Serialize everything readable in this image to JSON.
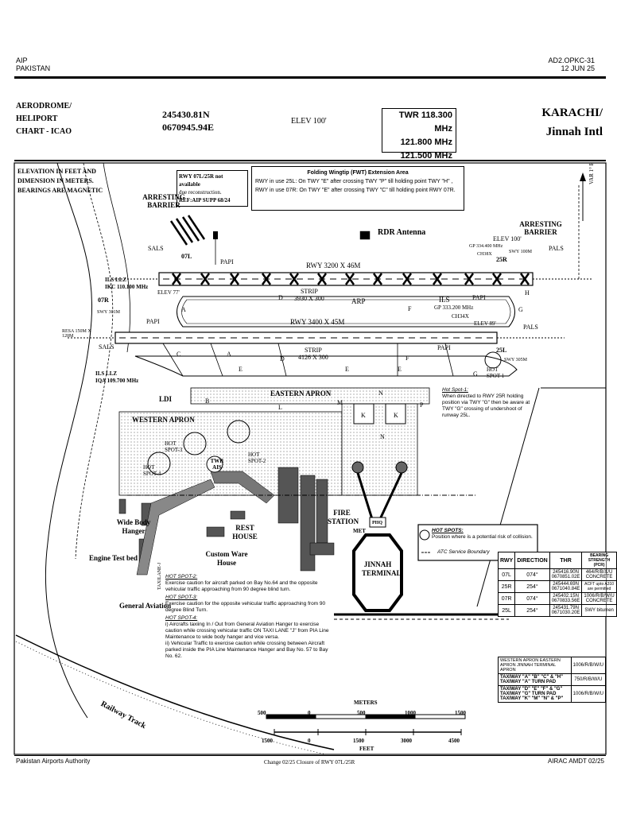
{
  "header": {
    "left_line1": "AIP",
    "left_line2": "PAKISTAN",
    "right_line1": "AD2.OPKC-31",
    "right_line2": "12 JUN 25"
  },
  "titleblock": {
    "chart_type_1": "AERODROME/",
    "chart_type_2": "HELIPORT",
    "chart_type_3": "CHART - ICAO",
    "lat": "245430.81N",
    "lon": "0670945.94E",
    "elev": "ELEV 100'",
    "twr_1": "TWR 118.300 MHz",
    "twr_2": "121.800 MHz",
    "twr_3": "121.500 MHz",
    "name_1": "KARACHI/",
    "name_2": "Jinnah Intl"
  },
  "map": {
    "elevation_note_1": "ELEVATION IN FEET AND",
    "elevation_note_2": "DIMENSION IN METERS.",
    "elevation_note_3": "BEARINGS ARE MAGNETIC",
    "rwy_closed_1": "RWY 07L/25R not available",
    "rwy_closed_2": "due reconstruction.",
    "rwy_closed_3": "REF:AIP SUPP 68/24",
    "fwt_title": "Folding Wingtip (FWT) Extension Area",
    "fwt_line1": "RWY in use 25L: On TWY \"E\" after crossing TWY \"P\" till holding point TWY \"H\" ,",
    "fwt_line2": "RWY in use 07R: On TWY \"E\" after crossing TWY \"C\" till holding point RWY 07R.",
    "var": "VAR 1° E",
    "arresting_barrier_w": "ARRESTING BARRIER",
    "arresting_barrier_e": "ARRESTING BARRIER",
    "rdr_antenna": "RDR Antenna",
    "elev_100": "ELEV 100'",
    "elev_77": "ELEV 77'",
    "elev_89": "ELEV 89'",
    "sals_top": "SALS",
    "sals_bottom": "SALS",
    "pals_top": "PALS",
    "pals_bottom": "PALS",
    "papi_1": "PAPI",
    "papi_2": "PAPI",
    "papi_3": "PAPI",
    "papi_4": "PAPI",
    "rwy_top": "RWY 3200 X 46M",
    "rwy_bottom": "RWY 3400 X 45M",
    "strip_top_1": "STRIP",
    "strip_top_2": "3930 X 300",
    "strip_bot_1": "STRIP",
    "strip_bot_2": "4126 X 300",
    "arp": "ARP",
    "ils_top": "ILS",
    "gp_top": "GP 333.200 MHz",
    "ch34x": "CH34X",
    "gp_ne": "GP 334.400 MHz",
    "ch38x": "CH38X",
    "ils_llz_top_1": "ILS LLZ",
    "ils_llz_top_2": "IKC 110.100 MHz",
    "ils_llz_bot_1": "ILS LLZ",
    "ils_llz_bot_2": "IQA 109.700 MHz",
    "resa": "RESA 150M X 120M",
    "rwy_07r": "07R",
    "rwy_07l": "07L",
    "rwy_25r": "25R",
    "rwy_25l": "25L",
    "swy_w": "SWY 301M",
    "swy_e1": "SWY 100M",
    "swy_e2": "SWY 305M",
    "eastern_apron": "EASTERN APRON",
    "western_apron": "WESTERN APRON",
    "ldi": "LDI",
    "twr_ais": "TWR AIS",
    "hot_spot_1": "HOT SPOT-1",
    "hot_spot_2": "HOT SPOT-2",
    "hot_spot_3": "HOT SPOT-3",
    "hot_spot_4": "HOT SPOT-4",
    "wide_body": "Wide Body Hanger",
    "engine_test": "Engine Test bed",
    "general_aviation": "General Aviation",
    "taxilane_j": "TAXILANE-J",
    "rest_house": "REST HOUSE",
    "custom_ware": "Custom Ware House",
    "fire_station": "FIRE STATION",
    "met": "MET",
    "phq": "PHQ",
    "jinnah_terminal": "JINNAH TERMINAL",
    "railway": "Railway Track",
    "twy_labels": [
      "A",
      "B",
      "C",
      "D",
      "E",
      "F",
      "G",
      "H",
      "J",
      "K",
      "L",
      "M",
      "N",
      "P"
    ],
    "hs1_title": "Hot Spot-1:",
    "hs1_text": "When directed to RWY 25R holding position via TWY \"G\" then be aware at TWY \"G\" crossing of undershoot of runway 25L.",
    "legend_hot_title": "HOT SPOTS:",
    "legend_hot_text": "Position where is a potential risk of collision.",
    "legend_atc": "ATC Service Boundary",
    "hs2_title": "HOT SPOT-2:",
    "hs2_text": "Exercise caution for aircraft parked on Bay No.64 and the opposite vehicular traffic approaching from 90 degree blind turn.",
    "hs3_title": "HOT SPOT-3:",
    "hs3_text": "Exercise caution for the opposite vehicular traffic approaching from 90 degree Blind Turn.",
    "hs4_title": "HOT SPOT-4:",
    "hs4_text1": "i)   Aircrafts taxiing In / Out from General Aviation Hanger to exercise caution while crossing vehicular traffic ON TAXI LANE \"J\" from PIA Line Maintenance to wide body hanger and vice versa.",
    "hs4_text2": "ii)  Vehicular Traffic to exercise caution while crossing between Aircraft parked inside the PIA Line Maintenance Hanger and Bay No. 57 to Bay No. 62.",
    "scale_meters": "METERS",
    "scale_feet": "FEET",
    "scale_m_ticks": [
      "500",
      "0",
      "500",
      "1000",
      "1500"
    ],
    "scale_ft_ticks": [
      "1500",
      "0",
      "1500",
      "3000",
      "4500"
    ]
  },
  "rwy_table": {
    "headers": [
      "RWY",
      "DIRECTION",
      "THR",
      "BEARING STRENGTH (PCR)"
    ],
    "rows": [
      {
        "rwy": "07L",
        "dir": "074°",
        "thr": "245416.90N 0670851.02E",
        "pcr": "464/R/B/X/U CONCRETE"
      },
      {
        "rwy": "25R",
        "dir": "254°",
        "thr": "245444.69N 0671040.84E",
        "pcr": "ACFT upto A310 are permitted"
      },
      {
        "rwy": "07R",
        "dir": "074°",
        "thr": "245402.15N 0670833.56E",
        "pcr": "1006/R/B/W/U CONCRETE"
      },
      {
        "rwy": "25L",
        "dir": "254°",
        "thr": "245431.79N 0671030.20E",
        "pcr": "SWY bitumen"
      }
    ],
    "apron_label": "WESTERN APRON EASTERN APRON JINNAH TERMINAL APRON",
    "apron_pcr": "1006/R/B/W/U",
    "twy1_label": "TAXIWAY \"A\" \"B\" \"C\" & \"H\"",
    "twy1_label2": "TAXIWAY \"A\" TURN PAD",
    "twy1_pcr": "750/R/B/W/U",
    "twy2_label": "TAXIWAY \"D\" \"E\" \"F\" & \"G\"",
    "twy2_label2": "TAXIWAY \"G\" TURN PAD",
    "twy2_label3": "TAXIWAY \"K\" \"M\" \"N\" & \"P\"",
    "twy2_pcr": "1006/R/B/W/U"
  },
  "footer": {
    "left": "Pakistan Airports Authority",
    "center": "Change 02/25 Closure of RWY 07L/25R",
    "right": "AIRAC AMDT 02/25"
  }
}
